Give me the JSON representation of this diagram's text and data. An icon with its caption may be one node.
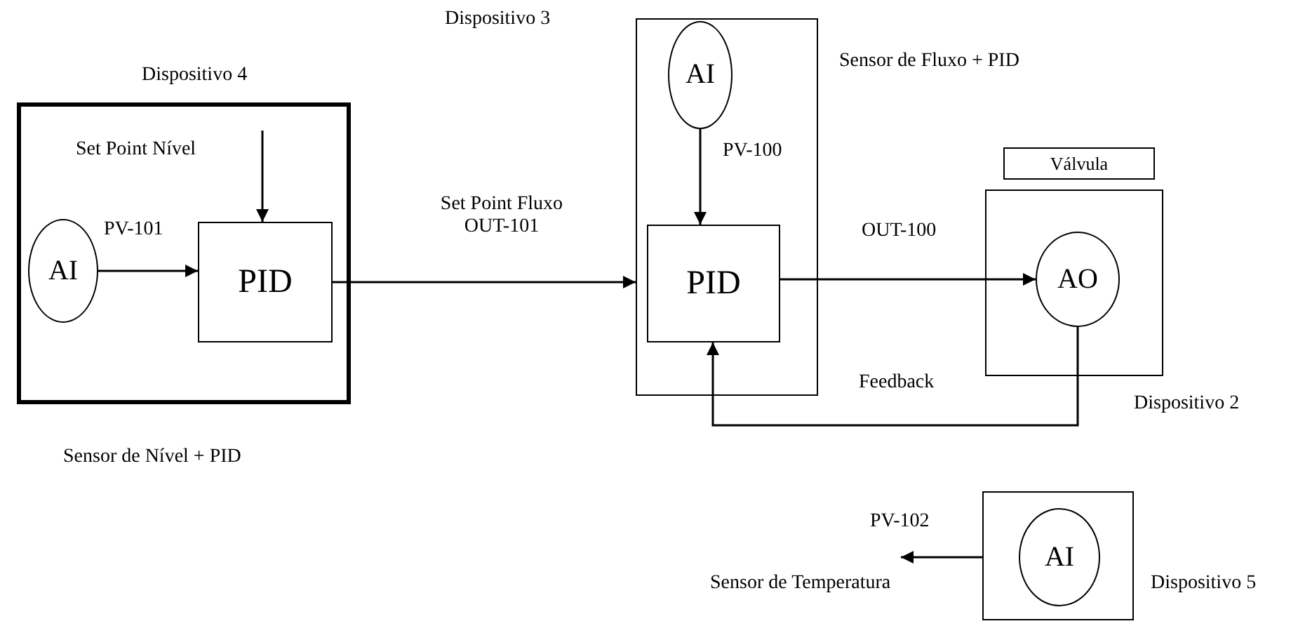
{
  "diagram": {
    "nodes": [
      {
        "text": [
          "Dispositivo 4"
        ],
        "beside": [
          "Sensor de Nível + PID"
        ]
      },
      {
        "text": [
          "AI"
        ],
        "in": 0
      },
      {
        "text": [
          "PID"
        ],
        "in": 0
      },
      {
        "text": [
          "Dispositivo 3"
        ],
        "beside": [
          "Sensor de Fluxo + PID"
        ]
      },
      {
        "text": [
          "AI"
        ],
        "in": 3
      },
      {
        "text": [
          "PID"
        ],
        "in": 3
      },
      {
        "text": [
          "Válvula"
        ]
      },
      {
        "text": [],
        "shape": "box",
        "beside": [
          "Dispositivo 2"
        ]
      },
      {
        "text": [
          "AO"
        ],
        "in": 7
      },
      {
        "text": [],
        "shape": "box",
        "beside": [
          "Dispositivo 5"
        ]
      },
      {
        "text": [
          "AI"
        ],
        "in": 9
      },
      {
        "text": [
          "Sensor de Temperatura"
        ]
      }
    ],
    "edges": [
      {
        "from": 1,
        "to": 2,
        "arrow": "to",
        "label": "PV-101"
      },
      {
        "from": null,
        "to": 2,
        "arrow": "to",
        "label": "Set Point Nível"
      },
      {
        "from": 2,
        "to": 3,
        "arrow": "to",
        "label": "Set Point Fluxo OUT-101"
      },
      {
        "from": 4,
        "to": 5,
        "arrow": "to",
        "label": "PV-100"
      },
      {
        "from": 5,
        "to": 8,
        "arrow": "to",
        "label": "OUT-100"
      },
      {
        "from": 8,
        "to": 5,
        "arrow": "to",
        "label": "Feedback"
      },
      {
        "from": 9,
        "to": 11,
        "arrow": "to",
        "label": "PV-102"
      }
    ]
  }
}
